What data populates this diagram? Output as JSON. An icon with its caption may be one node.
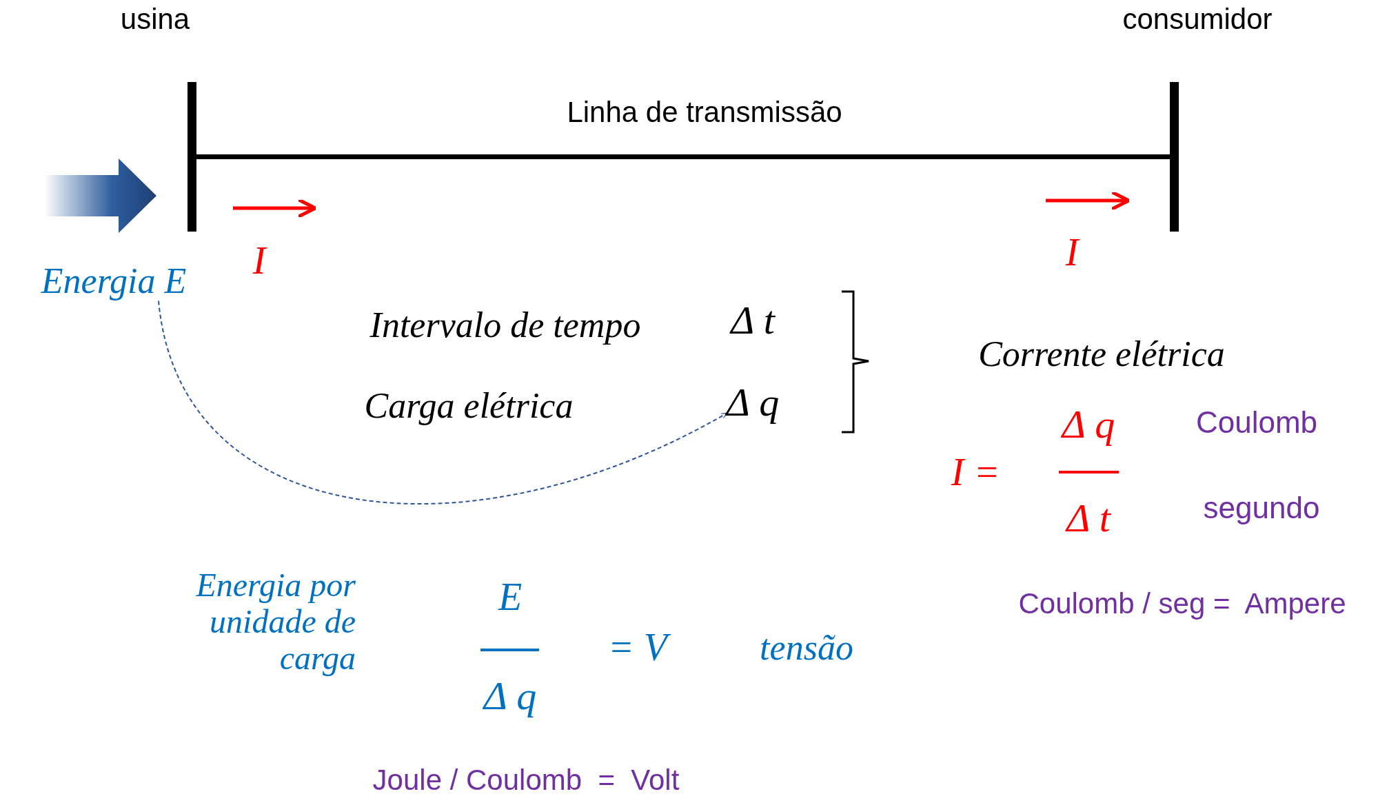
{
  "diagram": {
    "nodes": [
      {
        "text": [
          "Energia E"
        ]
      },
      {
        "text": [
          "Δ q"
        ]
      }
    ],
    "edges": [
      {
        "from": 0,
        "to": 1,
        "arrow": "to",
        "style": "dashed"
      }
    ],
    "labels": [
      "usina",
      "consumidor",
      "Linha de transmissão",
      "I",
      "I",
      "Intervalo de tempo",
      "Δ t",
      "Corrente elétrica",
      "Carga elétrica",
      "Coulomb",
      "I =",
      "Δ q",
      "Δ t",
      "segundo",
      "Coulomb / seg =  Ampere",
      "Energia por unidade de carga",
      "E",
      "Δ q",
      "= V",
      "tensão",
      "Joule / Coulomb  =  Volt"
    ]
  }
}
